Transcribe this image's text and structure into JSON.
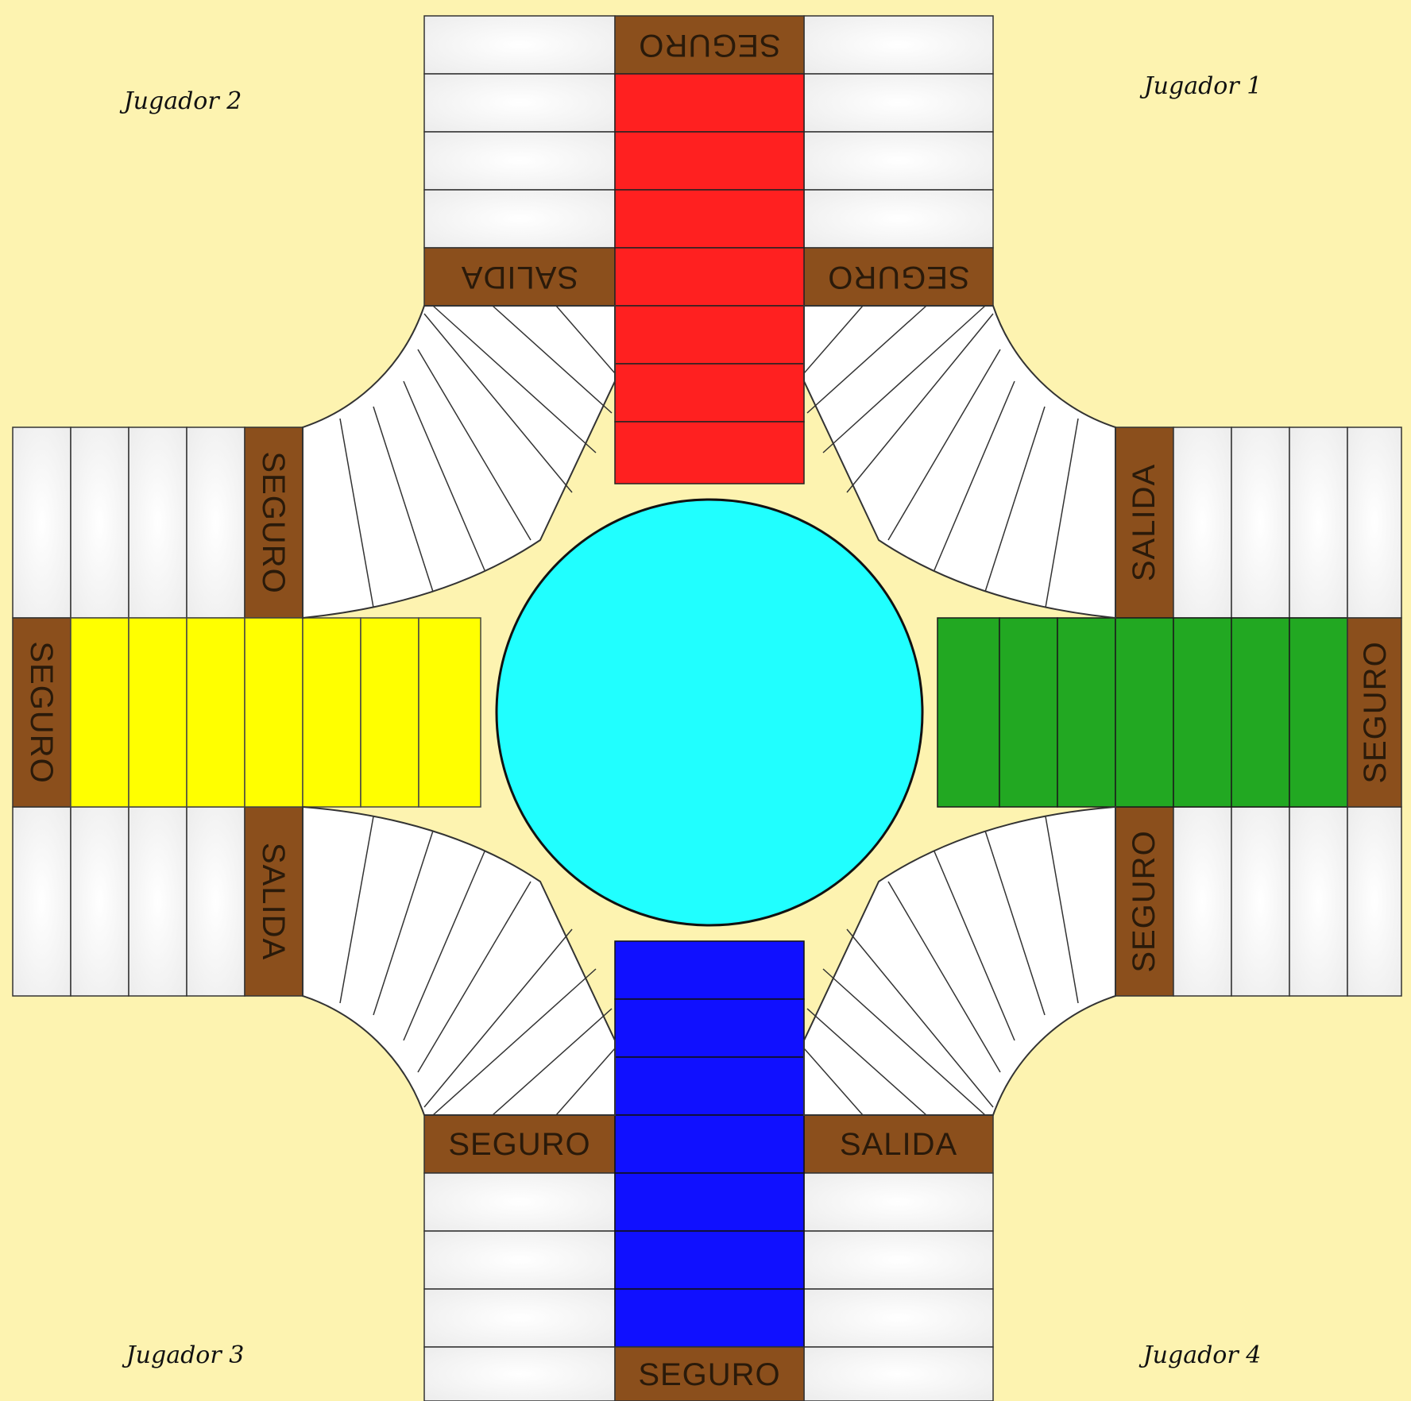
{
  "board": {
    "colors": {
      "background": "#fdf3b0",
      "cell": "#ffffff",
      "special": "#8b4f1c",
      "red": "#ff2020",
      "yellow": "#ffff00",
      "green": "#22a822",
      "blue": "#1010ff",
      "center": "#20ffff"
    },
    "players": {
      "p1": "Jugador 1",
      "p2": "Jugador 2",
      "p3": "Jugador 3",
      "p4": "Jugador 4"
    },
    "labels": {
      "top_end": "SEGURO",
      "top_left": "SALIDA",
      "top_right": "SEGURO",
      "right_upper": "SALIDA",
      "right_end": "SEGURO",
      "right_lower": "SEGURO",
      "bottom_right": "SALIDA",
      "bottom_end": "SEGURO",
      "bottom_left": "SEGURO",
      "left_lower": "SALIDA",
      "left_end": "SEGURO",
      "left_upper": "SEGURO"
    },
    "home_column_cells": 7
  }
}
